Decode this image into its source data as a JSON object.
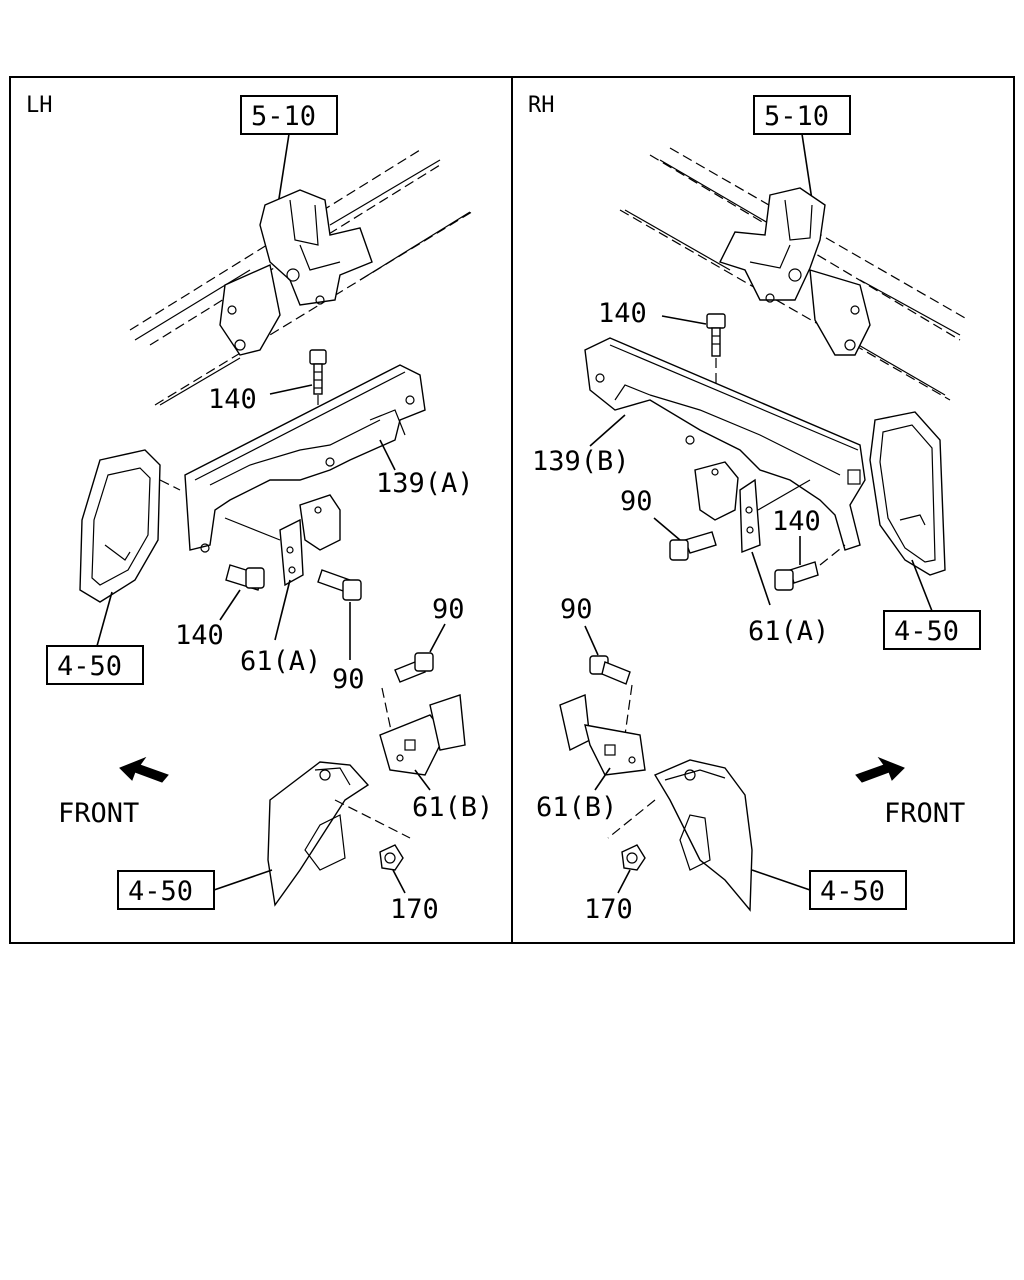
{
  "panels": {
    "left": {
      "side_label": "LH",
      "refs": {
        "top_ref": "5-10",
        "left_ref": "4-50",
        "bottom_ref": "4-50"
      },
      "parts": {
        "bolt_140_top": "140",
        "bracket_139": "139(A)",
        "bolt_140_bottom": "140",
        "bracket_61a": "61(A)",
        "bolt_90_lower": "90",
        "bolt_90_upper": "90",
        "bracket_61b": "61(B)",
        "nut_170": "170"
      },
      "front_label": "FRONT"
    },
    "right": {
      "side_label": "RH",
      "refs": {
        "top_ref": "5-10",
        "right_ref": "4-50",
        "bottom_ref": "4-50"
      },
      "parts": {
        "bolt_140_top": "140",
        "bracket_139": "139(B)",
        "bolt_90_upper": "90",
        "bolt_140_side": "140",
        "bracket_61a": "61(A)",
        "bolt_90_lower": "90",
        "bracket_61b": "61(B)",
        "nut_170": "170"
      },
      "front_label": "FRONT"
    }
  }
}
